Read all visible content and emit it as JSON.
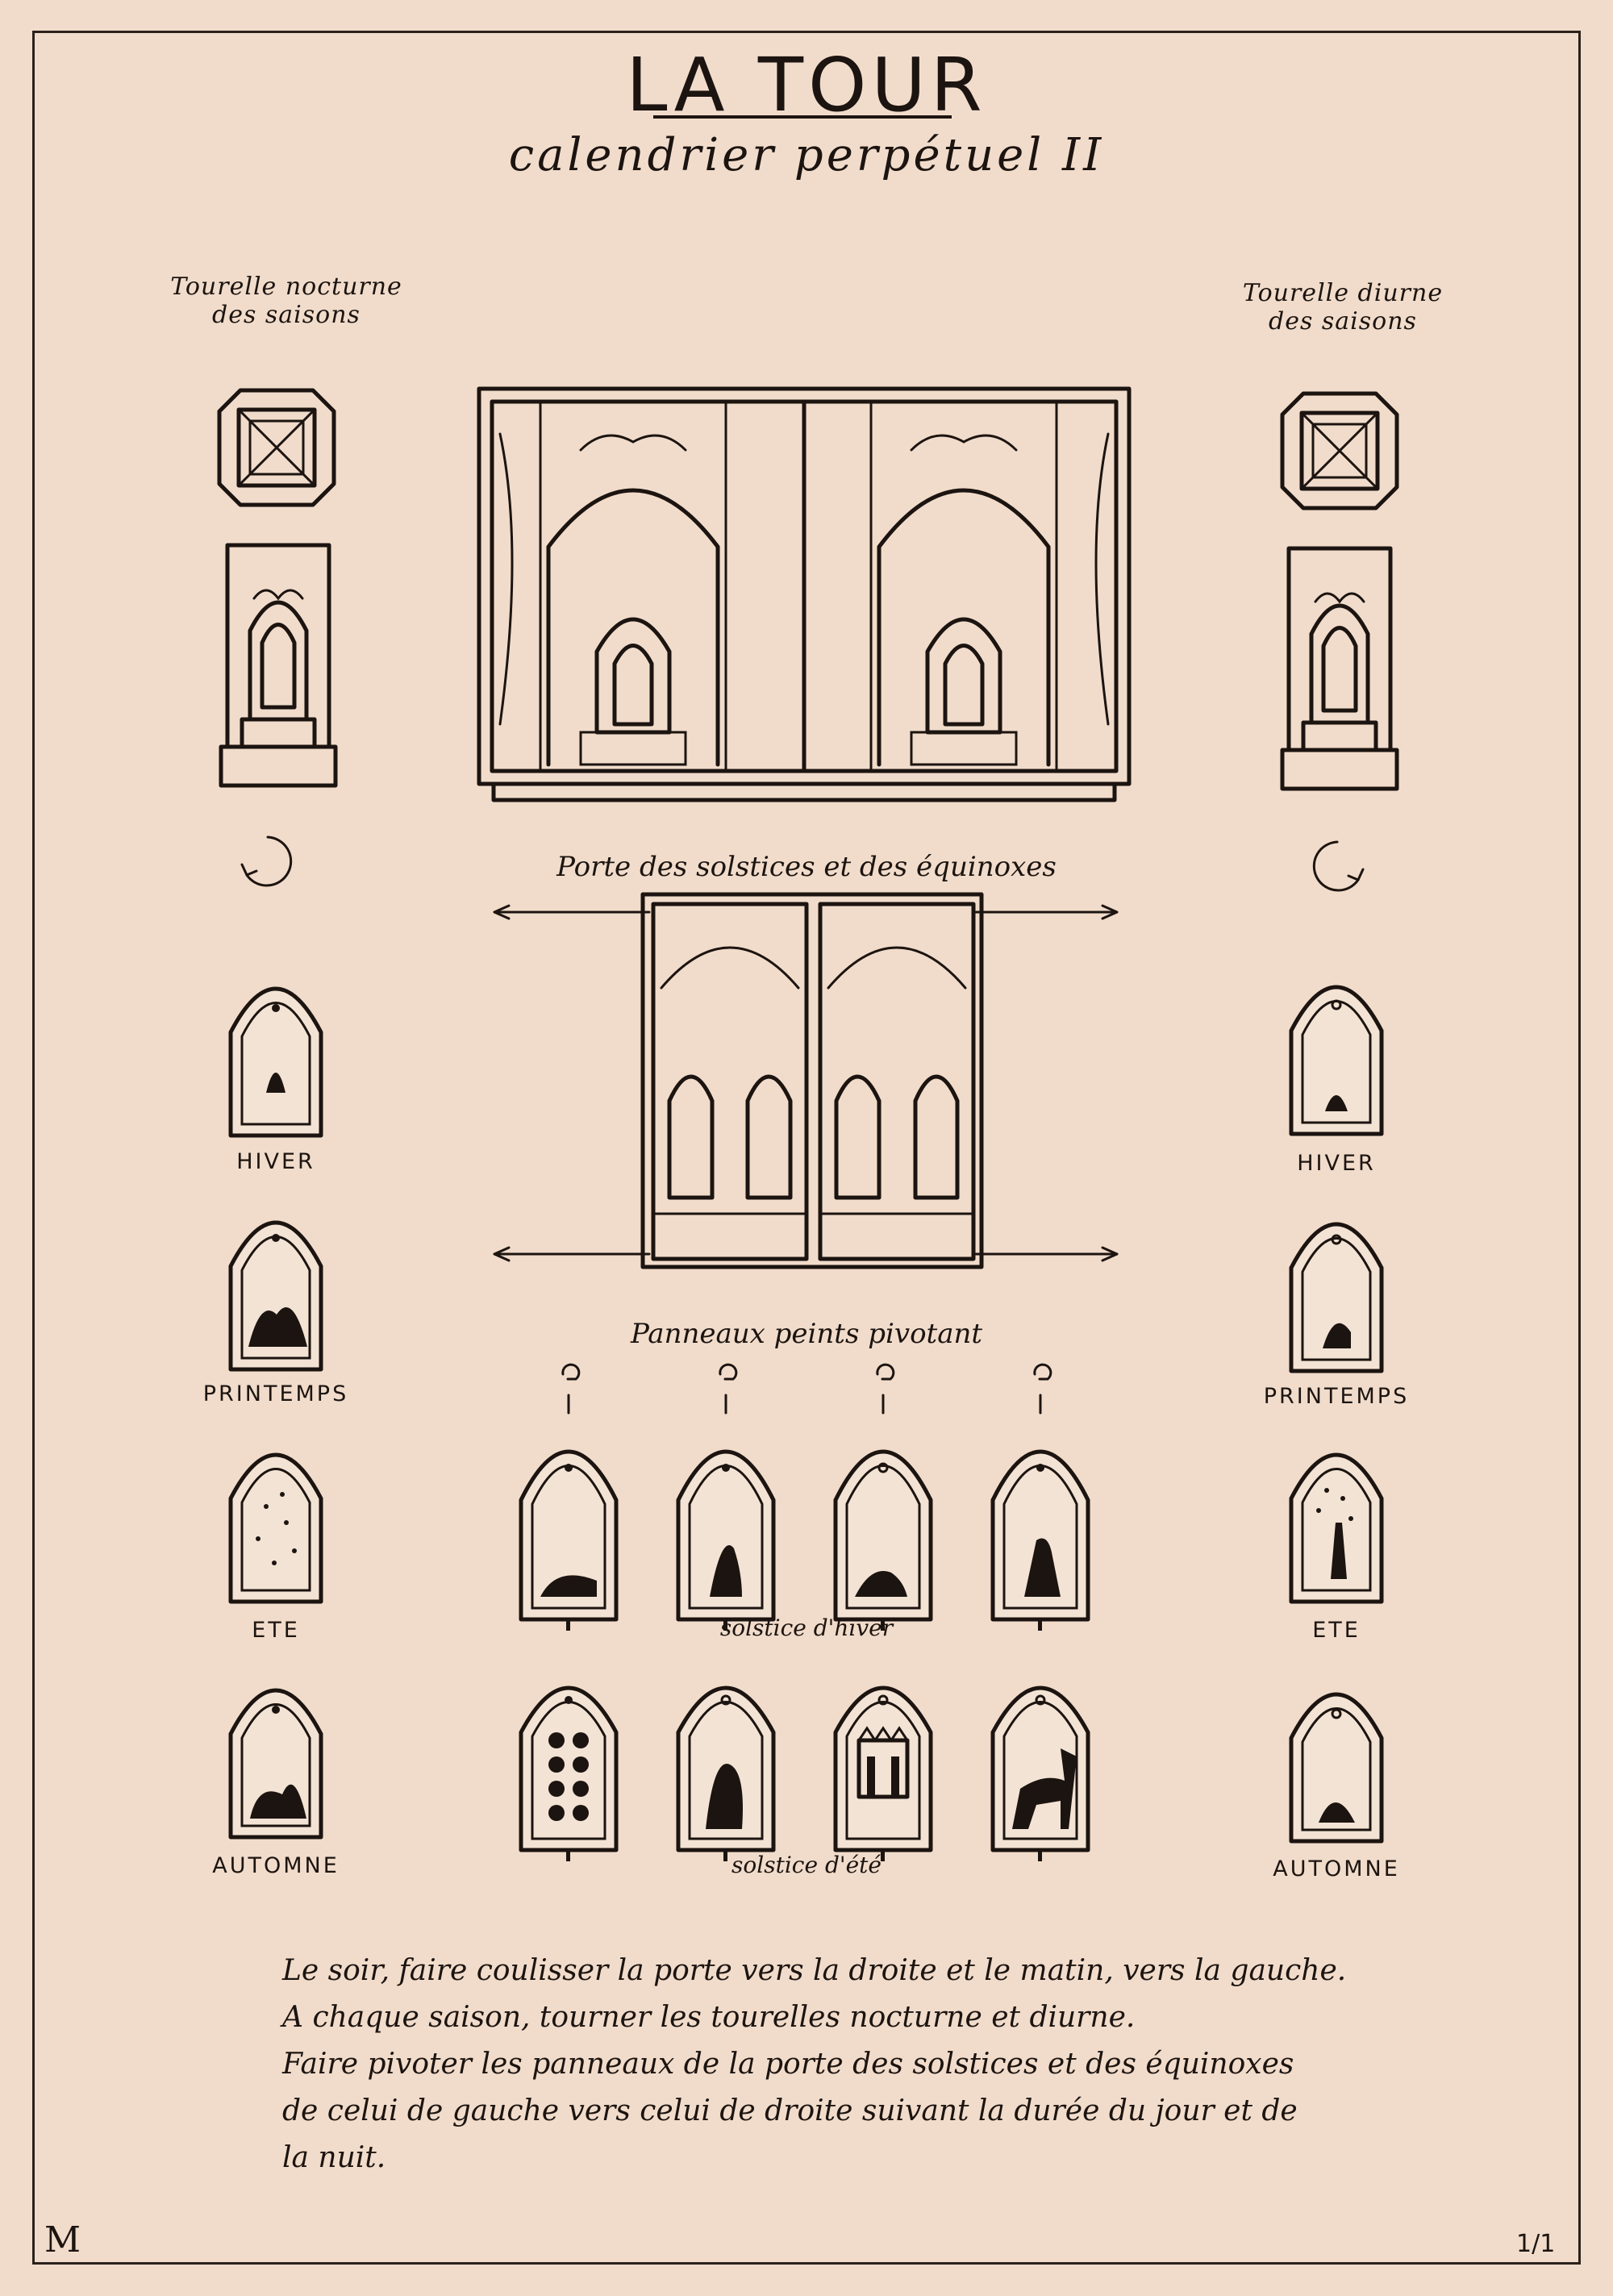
{
  "title": "LA TOUR",
  "subtitle": "calendrier perpétuel II",
  "left_turret": {
    "label_line1": "Tourelle nocturne",
    "label_line2": "des saisons"
  },
  "right_turret": {
    "label_line1": "Tourelle diurne",
    "label_line2": "des saisons"
  },
  "door_caption": "Porte des solstices et des équinoxes",
  "panels_caption": "Panneaux peints pivotant",
  "seasons_left": [
    "HIVER",
    "PRINTEMPS",
    "ETE",
    "AUTOMNE"
  ],
  "seasons_right": [
    "HIVER",
    "PRINTEMPS",
    "ETE",
    "AUTOMNE"
  ],
  "winter_solstice_label": "solstice d'hiver",
  "summer_solstice_label": "solstice d'été",
  "instructions": [
    "Le soir, faire coulisser la porte vers la droite et le matin, vers la gauche.",
    "A chaque saison, tourner les tourelles nocturne et diurne.",
    "Faire pivoter les panneaux de la porte des solstices et des équinoxes",
    "de celui de gauche vers celui de droite suivant la durée du jour et de",
    "la nuit."
  ],
  "monogram": "M",
  "page_number": "1/1"
}
